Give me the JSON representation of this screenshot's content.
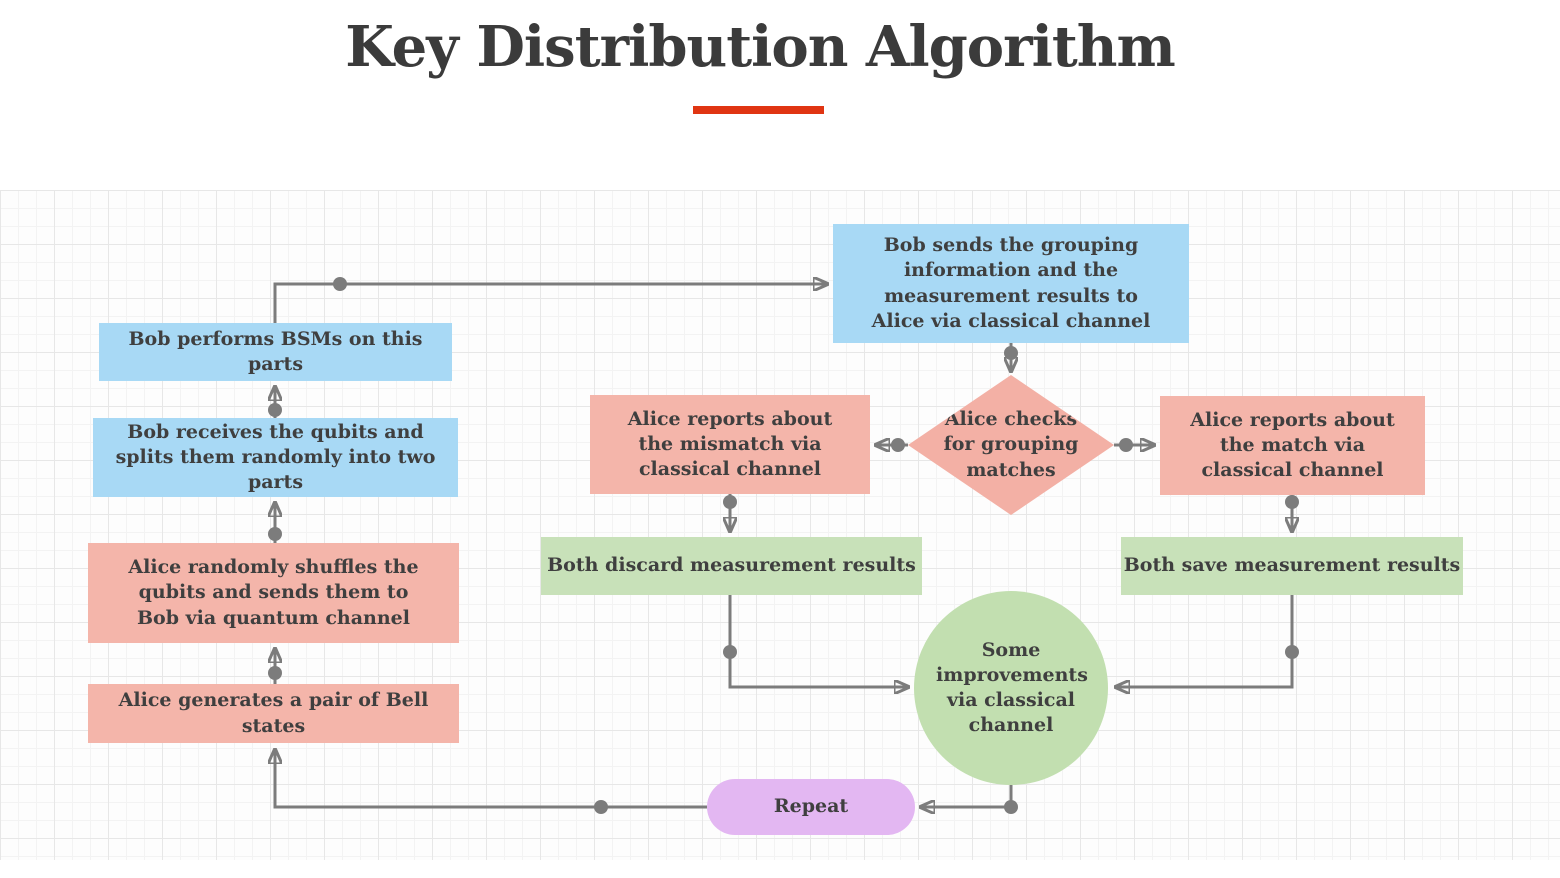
{
  "title": "Key Distribution Algorithm",
  "palette": {
    "box_blue": "#a8d9f5",
    "box_pink": "#f4b5aa",
    "box_green": "#c8e1b9",
    "pill_purple": "#e3b7f2",
    "connector_gray": "#7c7c7c",
    "underline_red": "#e03512",
    "text_dark": "#3f3f3f"
  },
  "nodes": {
    "bob_performs": "Bob performs BSMs on this parts",
    "bob_receives": "Bob receives the qubits and splits them randomly into two parts",
    "alice_shuffles": "Alice randomly shuffles the qubits and sends them to Bob via quantum channel",
    "alice_generates": "Alice generates a pair of Bell states",
    "bob_sends": "Bob sends the grouping information and the measurement results to Alice via classical channel",
    "alice_checks": "Alice checks for grouping matches",
    "report_mismatch": "Alice reports about the mismatch via classical channel",
    "report_match": "Alice reports about the match via classical channel",
    "discard_results": "Both discard measurement results",
    "save_results": "Both save measurement results",
    "improvements": "Some improvements via classical channel",
    "repeat": "Repeat"
  }
}
